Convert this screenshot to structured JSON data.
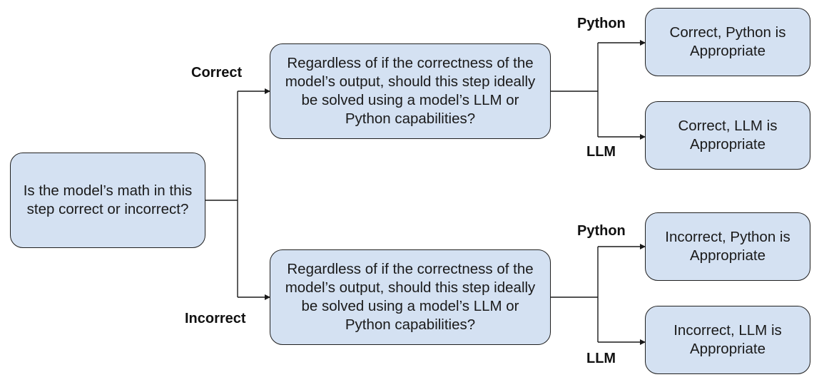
{
  "diagram": {
    "root": {
      "text": "Is the model’s math in this step correct or incorrect?"
    },
    "branches": {
      "correct": {
        "label": "Correct",
        "question": "Regardless of if the correctness of the model’s output, should this step ideally be solved using a model’s LLM or Python capabilities?",
        "python_label": "Python",
        "llm_label": "LLM",
        "python_outcome": "Correct, Python is Appropriate",
        "llm_outcome": "Correct, LLM is Appropriate"
      },
      "incorrect": {
        "label": "Incorrect",
        "question": "Regardless of if the correctness of the model’s output, should this step ideally be solved using a model’s LLM or Python capabilities?",
        "python_label": "Python",
        "llm_label": "LLM",
        "python_outcome": "Incorrect, Python is Appropriate",
        "llm_outcome": "Incorrect, LLM is Appropriate"
      }
    },
    "colors": {
      "box_fill": "#d4e1f2",
      "box_border": "#1f1f1f",
      "connector": "#1a1a1a"
    }
  }
}
